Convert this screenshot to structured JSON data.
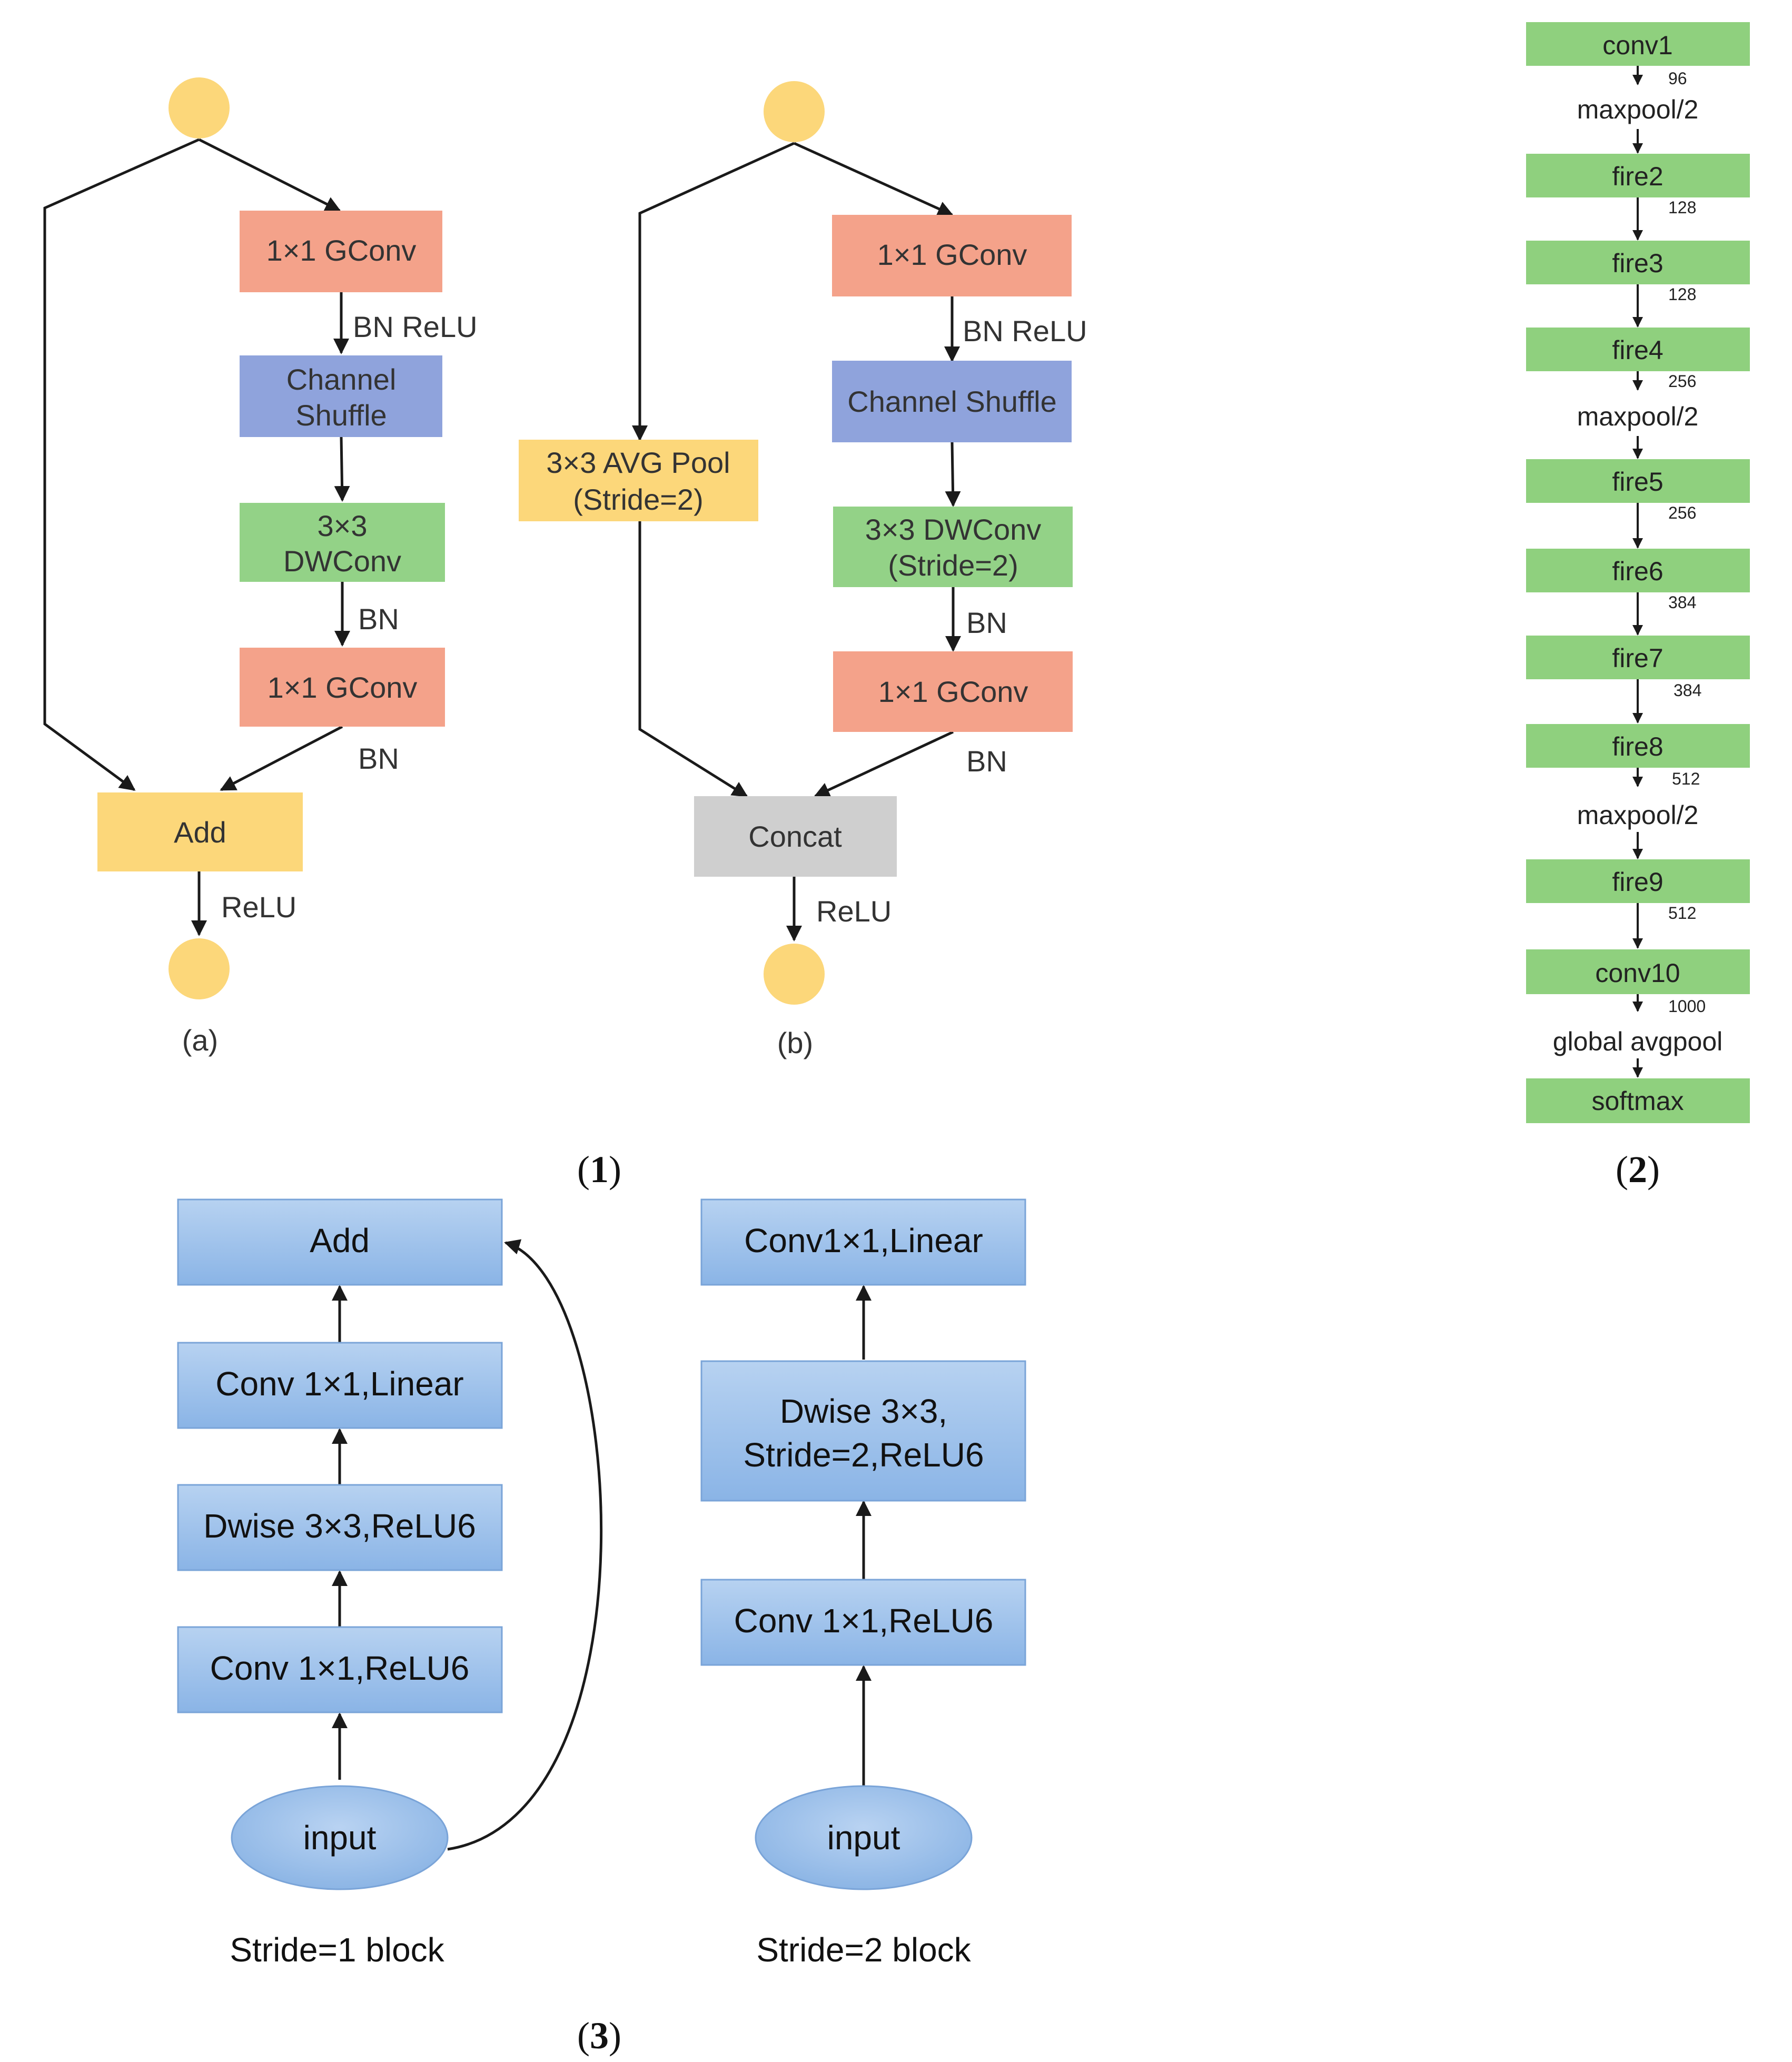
{
  "colors": {
    "orange": "#f4a28a",
    "blue": "#8fa3dc",
    "green": "#93d287",
    "yellow": "#fcd77a",
    "gray": "#cfcfcf",
    "node": "#fcd77a",
    "fire_green": "#8fd07e",
    "mb_blue": "#9dc1ea",
    "edge": "#1a1a1a"
  },
  "panel1": {
    "label_open": "(",
    "label_num": "1",
    "label_close": ")",
    "a": {
      "caption": "(a)",
      "gconv_top": "1×1 GConv",
      "bn_relu": "BN ReLU",
      "shuffle_line1": "Channel",
      "shuffle_line2": "Shuffle",
      "dw_line1": "3×3",
      "dw_line2": "DWConv",
      "bn_mid": "BN",
      "gconv_bottom": "1×1 GConv",
      "bn_bottom": "BN",
      "merge": "Add",
      "relu": "ReLU"
    },
    "b": {
      "caption": "(b)",
      "gconv_top": "1×1 GConv",
      "bn_relu": "BN ReLU",
      "shuffle": "Channel Shuffle",
      "dw_line1": "3×3 DWConv",
      "dw_line2": "(Stride=2)",
      "bn_mid": "BN",
      "gconv_bottom": "1×1 GConv",
      "bn_bottom": "BN",
      "pool_line1": "3×3 AVG Pool",
      "pool_line2": "(Stride=2)",
      "merge": "Concat",
      "relu": "ReLU"
    }
  },
  "panel2": {
    "label_open": "(",
    "label_num": "2",
    "label_close": ")",
    "conv1": "conv1",
    "c96": "96",
    "maxpool_1": "maxpool/2",
    "fire2": "fire2",
    "c128a": "128",
    "fire3": "fire3",
    "c128b": "128",
    "fire4": "fire4",
    "c256a": "256",
    "maxpool_2": "maxpool/2",
    "fire5": "fire5",
    "c256b": "256",
    "fire6": "fire6",
    "c384a": "384",
    "fire7": "fire7",
    "c384b": "384",
    "fire8": "fire8",
    "c512a": "512",
    "maxpool_3": "maxpool/2",
    "fire9": "fire9",
    "c512b": "512",
    "conv10": "conv10",
    "c1000": "1000",
    "gap": "global avgpool",
    "softmax": "softmax"
  },
  "panel3": {
    "label_open": "(",
    "label_num": "3",
    "label_close": ")",
    "s1": {
      "add": "Add",
      "conv_linear": "Conv 1×1,Linear",
      "dwise": "Dwise 3×3,ReLU6",
      "conv_relu6": "Conv 1×1,ReLU6",
      "input": "input",
      "caption": "Stride=1 block"
    },
    "s2": {
      "conv_linear": "Conv1×1,Linear",
      "dwise_line1": "Dwise 3×3,",
      "dwise_line2": "Stride=2,ReLU6",
      "conv_relu6": "Conv 1×1,ReLU6",
      "input": "input",
      "caption": "Stride=2 block"
    }
  }
}
